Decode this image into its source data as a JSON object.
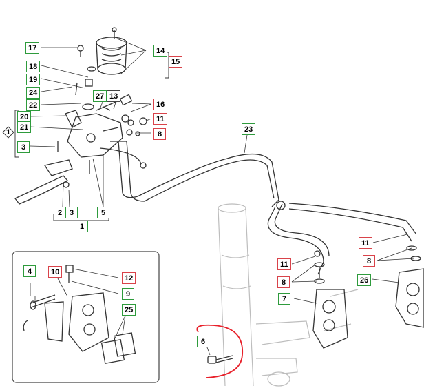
{
  "callouts": {
    "c17": "17",
    "c14": "14",
    "c15": "15",
    "c18": "18",
    "c19": "19",
    "c24": "24",
    "c27": "27",
    "c13": "13",
    "c22": "22",
    "c16": "16",
    "c20": "20",
    "c21": "21",
    "c1a": "1",
    "c11a": "11",
    "c8a": "8",
    "c3a": "3",
    "c23": "23",
    "c2": "2",
    "c3b": "3",
    "c5": "5",
    "c1b": "1",
    "c11b": "11",
    "c8b": "8",
    "c7": "7",
    "c26": "26",
    "c11c": "11",
    "c8c": "8",
    "c4": "4",
    "c10": "10",
    "c12": "12",
    "c9": "9",
    "c25": "25",
    "c6": "6"
  },
  "colors": {
    "green_callout": "#2e9b3c",
    "red_callout": "#d9434a",
    "highlight_circle": "#e8202a",
    "line": "#333333"
  }
}
